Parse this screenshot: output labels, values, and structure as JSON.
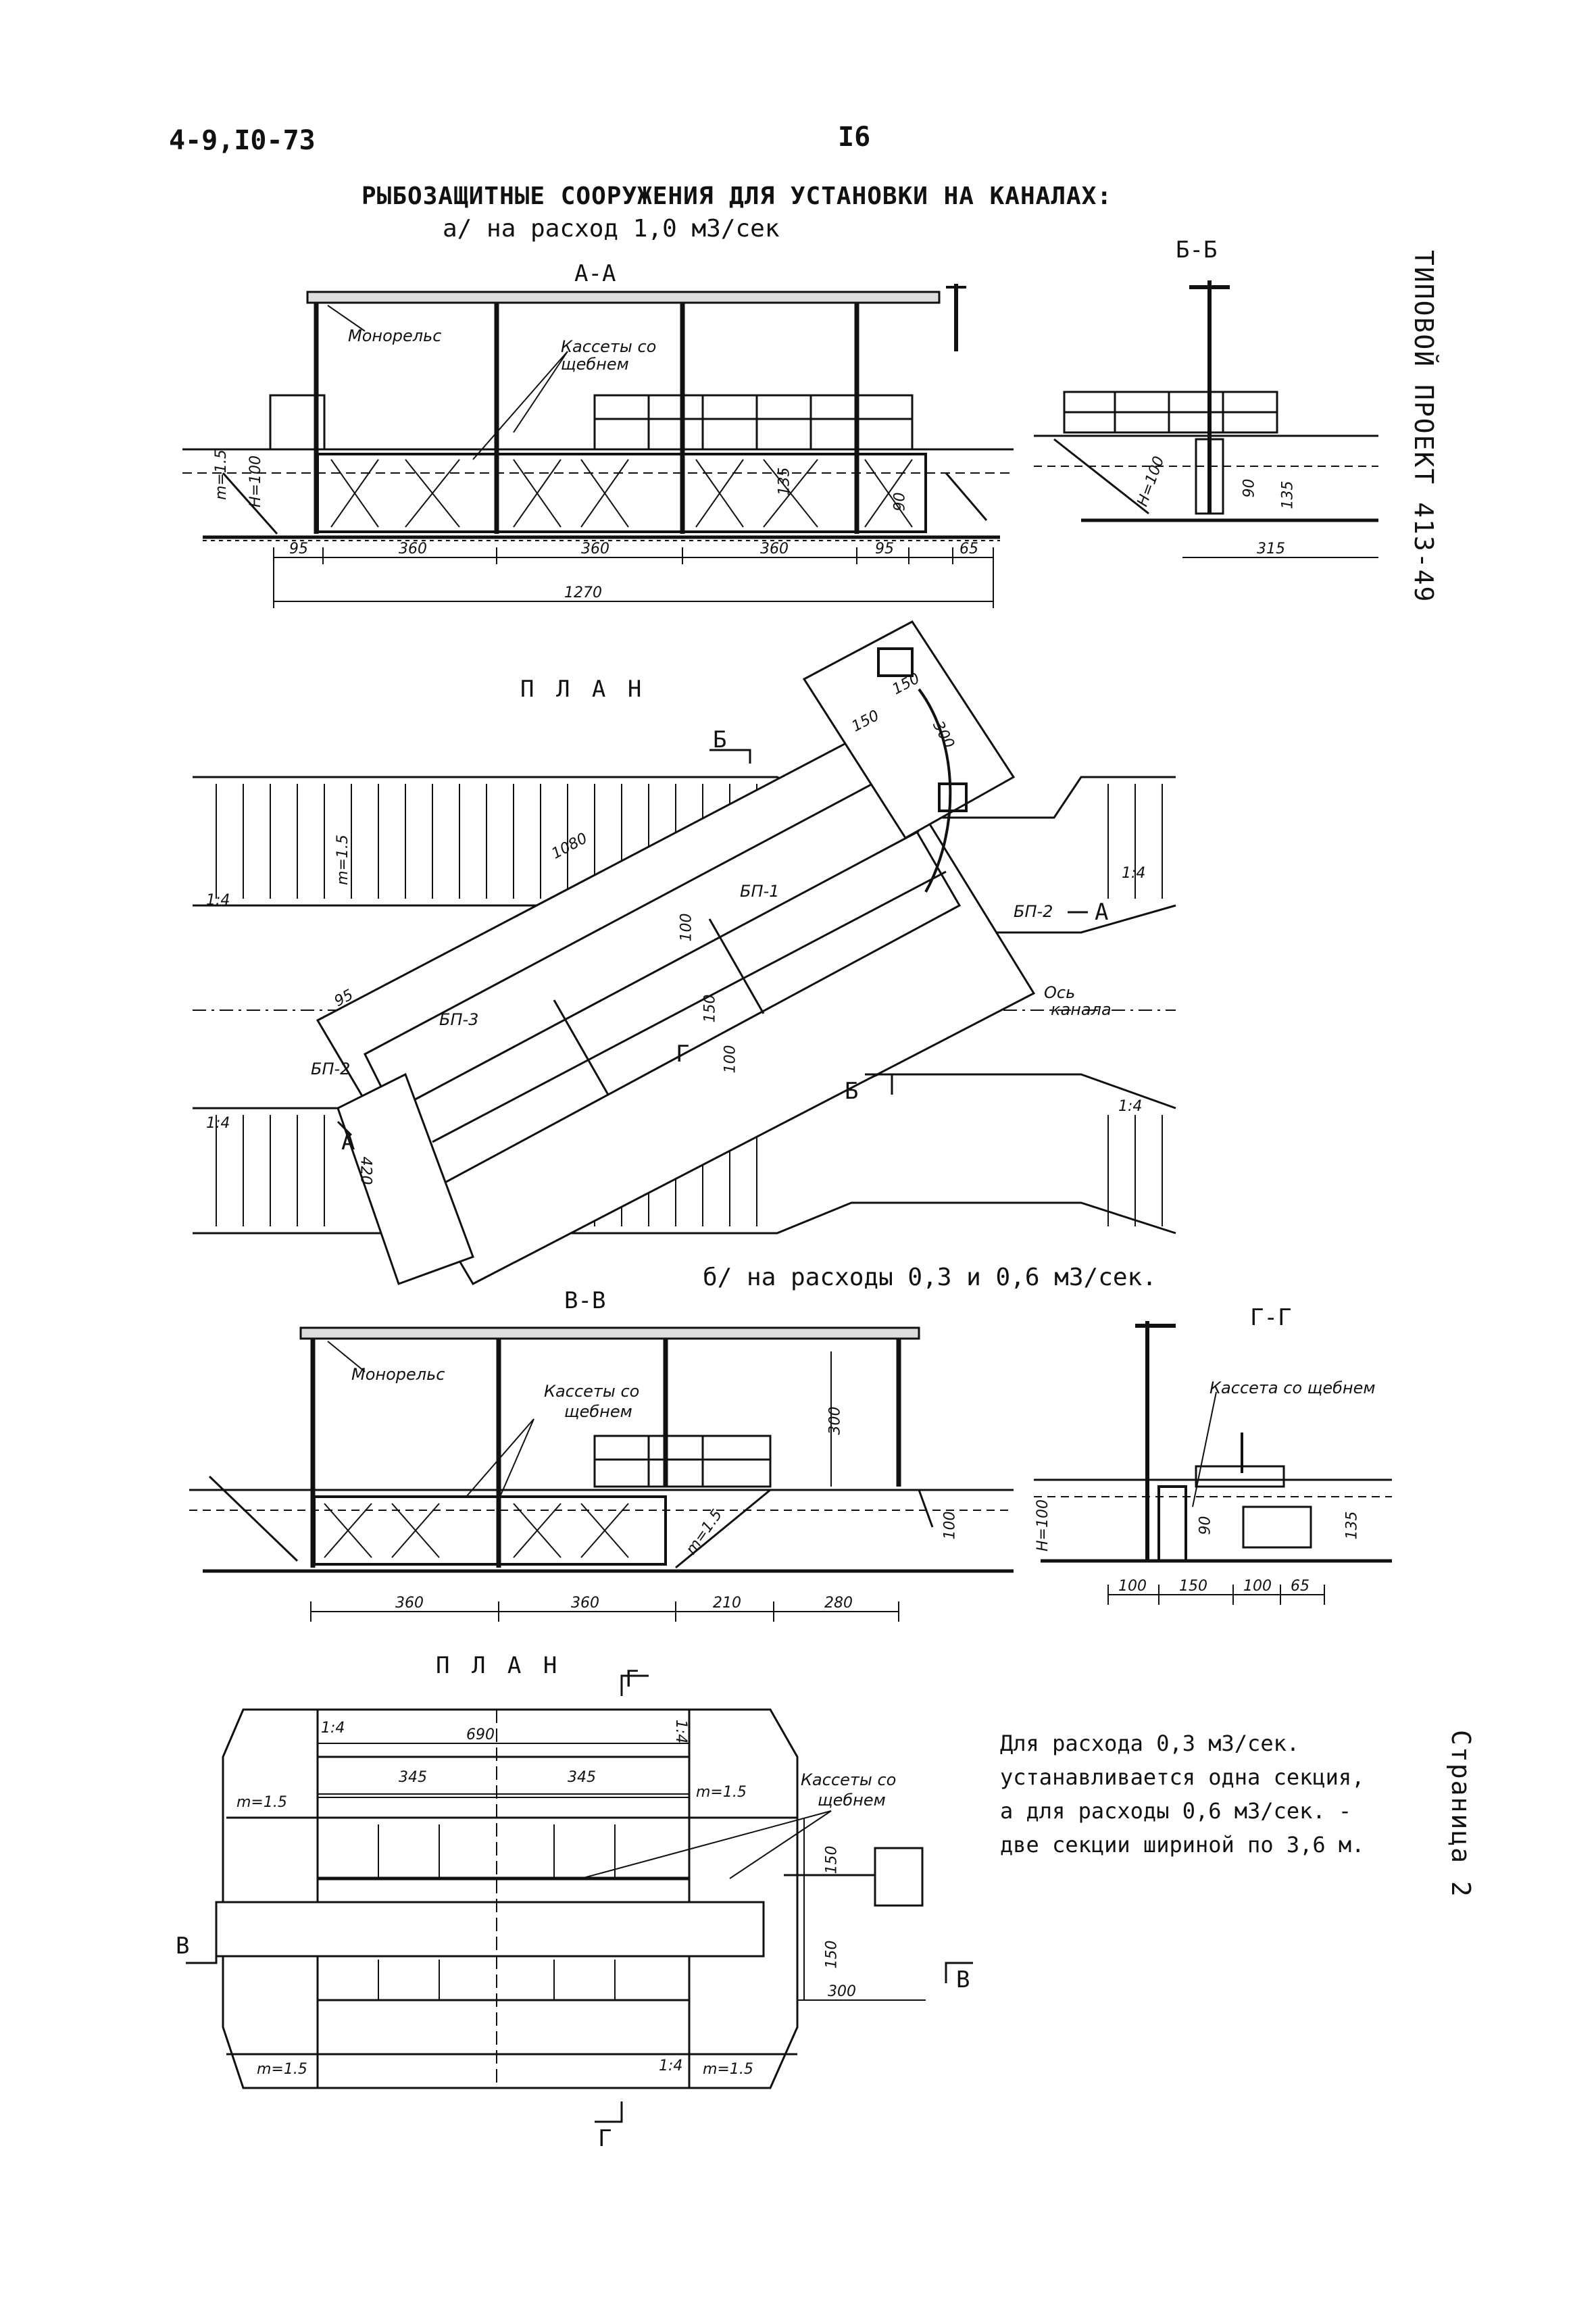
{
  "header": {
    "doc_code": "4-9,I0-73",
    "page_number": "I6"
  },
  "side": {
    "project": "ТИПОВОЙ ПРОЕКТ 413-49",
    "page_label": "Страница 2"
  },
  "title": {
    "main": "РЫБОЗАЩИТНЫЕ СООРУЖЕНИЯ ДЛЯ УСТАНОВКИ НА КАНАЛАХ:",
    "variant_a": "а/ на расход 1,0 м3/сек",
    "variant_b": "б/ на расходы 0,3 и 0,6 м3/сек."
  },
  "section_a": {
    "title": "А-А",
    "monorail": "Монорельс",
    "cassettes": "Кассеты со щебнем",
    "slope": "m=1.5",
    "h": "H=100",
    "heights": [
      "135",
      "90"
    ],
    "dims": [
      "95",
      "360",
      "360",
      "360",
      "95",
      "65"
    ],
    "total": "1270"
  },
  "section_b": {
    "title": "Б-Б",
    "h": "H=100",
    "heights": [
      "90",
      "135"
    ],
    "width": "315"
  },
  "plan_a": {
    "title": "П Л А Н",
    "slope": "m=1.5",
    "banks": [
      "1:4",
      "1:4",
      "1:4",
      "1:4"
    ],
    "dims": [
      "1080",
      "95",
      "100",
      "150",
      "100",
      "150",
      "300",
      "150",
      "420"
    ],
    "blocks": [
      "БП-1",
      "БП-2",
      "БП-3",
      "БП-2"
    ],
    "section_marks": [
      "Б",
      "Б",
      "А",
      "А",
      "Г"
    ],
    "axis": [
      "Ось",
      "канала"
    ]
  },
  "section_v": {
    "title": "В-В",
    "monorail": "Монорельс",
    "cassettes": [
      "Кассеты со",
      "щебнем"
    ],
    "slope": "m=1.5",
    "heights": [
      "300",
      "100"
    ],
    "dims": [
      "360",
      "360",
      "210",
      "280"
    ]
  },
  "section_g": {
    "title": "Г-Г",
    "cassette": "Кассета со щебнем",
    "h": "H=100",
    "heights": [
      "90",
      "135"
    ],
    "dims": [
      "100",
      "150",
      "100",
      "65"
    ]
  },
  "plan_b": {
    "title": "П Л А Н",
    "total": "690",
    "halves": [
      "345",
      "345"
    ],
    "slopes": [
      "m=1.5",
      "m=1.5",
      "m=1.5",
      "m=1.5"
    ],
    "banks": [
      "1:4",
      "1:4",
      "1:4"
    ],
    "cassettes": [
      "Кассеты со",
      "щебнем"
    ],
    "side_dims": [
      "150",
      "150",
      "300"
    ],
    "marks": [
      "Г",
      "Г",
      "В",
      "В"
    ]
  },
  "note": "Для расхода 0,3 м3/сек.\nустанавливается одна секция,\nа для расходы 0,6 м3/сек. -\nдве секции шириной по 3,6 м."
}
